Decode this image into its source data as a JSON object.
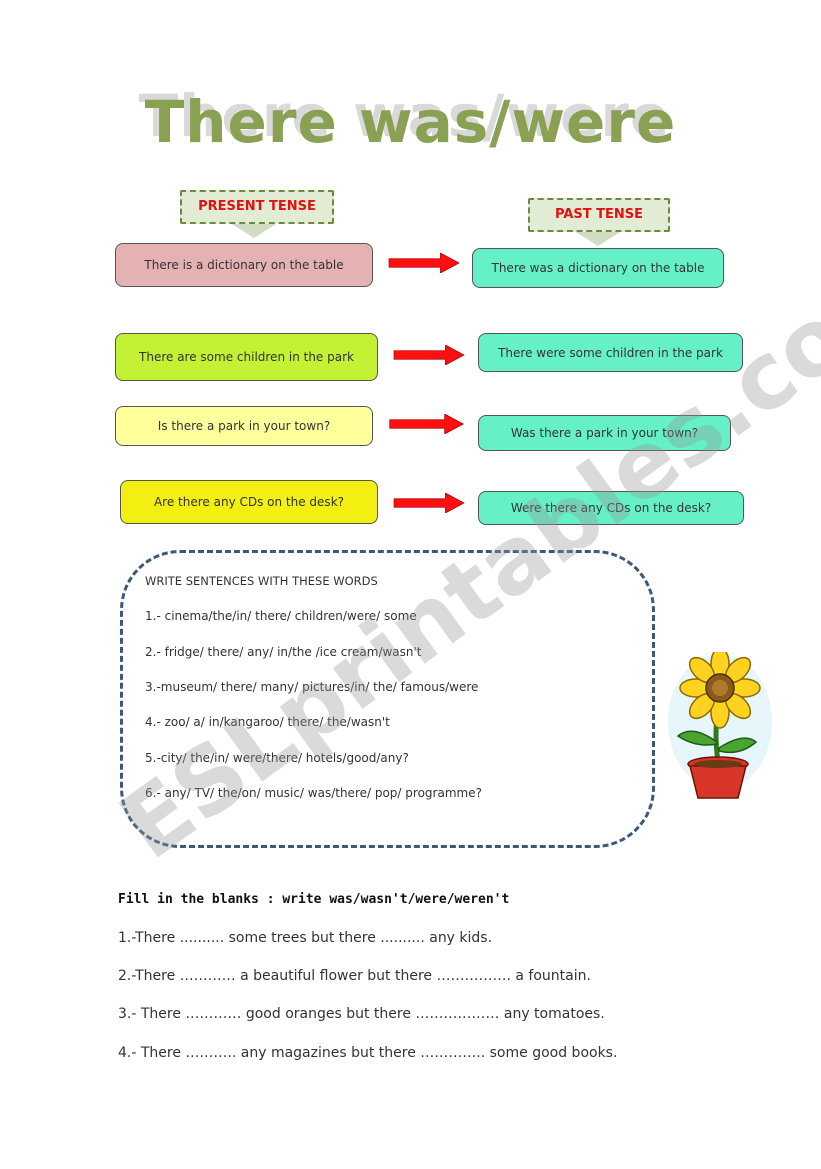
{
  "title": "There was/were",
  "labels": {
    "present": "PRESENT TENSE",
    "past": "PAST TENSE"
  },
  "rows": [
    {
      "present": "There is a dictionary on the table",
      "past": "There was a dictionary on the table"
    },
    {
      "present": "There are some children in the park",
      "past": "There were some children in the park"
    },
    {
      "present": "Is there a park in your town?",
      "past": "Was there a park in your town?"
    },
    {
      "present": "Are there any CDs on the desk?",
      "past": "Were there any CDs on the desk?"
    }
  ],
  "colors": {
    "row1_present": "#e5b2b3",
    "row2_present": "#c2f233",
    "row3_present": "#ffff9b",
    "row4_present": "#f3ef10",
    "past_box": "#66f0c8",
    "arrow": "#ff1010"
  },
  "exercise": {
    "heading": "WRITE SENTENCES WITH THESE WORDS",
    "items": [
      "1.- cinema/the/in/ there/ children/were/ some",
      "2.- fridge/ there/ any/ in/the /ice cream/wasn't",
      "3.-museum/ there/ many/ pictures/in/ the/ famous/were",
      "4.- zoo/ a/ in/kangaroo/ there/ the/wasn't",
      "5.-city/ the/in/ were/there/ hotels/good/any?",
      "6.- any/ TV/ the/on/ music/ was/there/ pop/ programme?"
    ]
  },
  "fill": {
    "heading": "Fill in the blanks : write was/wasn't/were/weren't",
    "items": [
      "1.-There .......... some trees but there .......... any kids.",
      "2.-There ………… a beautiful flower but there ……………. a fountain.",
      "3.- There ………… good oranges but there ……………… any tomatoes.",
      "4.- There ……….. any magazines but there ………….. some good books."
    ]
  },
  "watermark": "ESLprintables.com",
  "icons": {
    "flower": "flower-pot-icon"
  }
}
